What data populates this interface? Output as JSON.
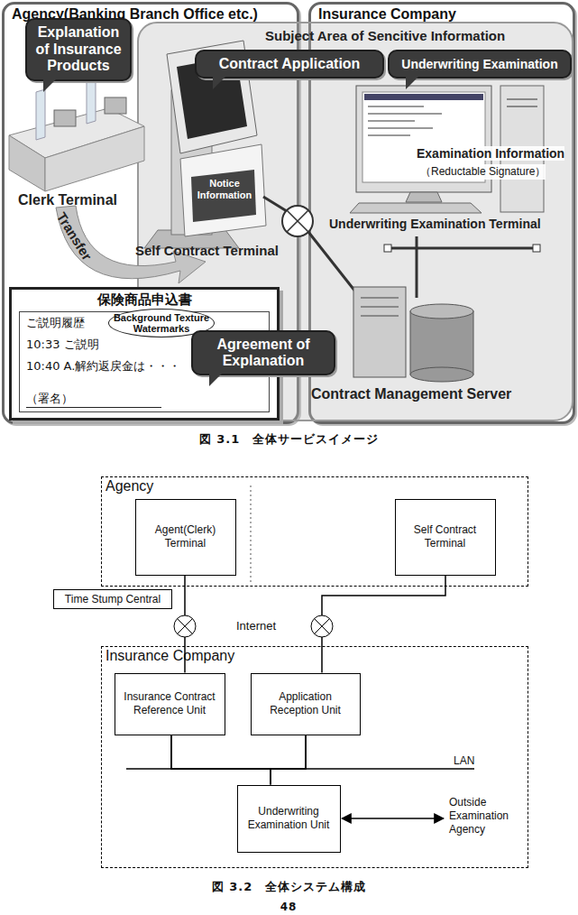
{
  "diagram": {
    "nodes": [
      {
        "text": [
          "Agency(Banking Branch Office etc.)"
        ]
      },
      {
        "text": [
          "Explanation of Insurance Products"
        ],
        "in": 0
      },
      {
        "text": [
          "保険商品申込書",
          "ご説明履歴",
          "10:33 ご説明",
          "10:40 A.解約返戻金は・・・",
          "（署名）"
        ],
        "in": 0
      },
      {
        "text": [
          "Background Texture Watermarks"
        ],
        "in": 2
      },
      {
        "text": [
          "Insurance Company"
        ]
      },
      {
        "text": [
          "Subject Area of Sencitive Information"
        ]
      },
      {
        "text": [
          "Contract Application"
        ]
      },
      {
        "text": [
          "Underwriting Examination"
        ],
        "in": 4
      },
      {
        "text": [
          "Agreement of Explanation"
        ]
      },
      {
        "text": [
          "Agency"
        ]
      },
      {
        "text": [
          "Agent(Clerk) Terminal"
        ],
        "in": 9
      },
      {
        "text": [
          "Self Contract Terminal"
        ],
        "in": 9
      },
      {
        "text": [
          "Time Stump Central"
        ]
      },
      {
        "text": [
          "Insurance Company"
        ]
      },
      {
        "text": [
          "Insurance Contract Reference Unit"
        ],
        "in": 13
      },
      {
        "text": [
          "Application Reception Unit"
        ],
        "in": 13
      },
      {
        "text": [
          "Underwriting Examination Unit"
        ],
        "in": 13
      }
    ],
    "edges": [
      {
        "from": 10,
        "to": 14,
        "arrow": "none"
      },
      {
        "from": 11,
        "to": 15,
        "arrow": "none"
      },
      {
        "from": 14,
        "to": 16,
        "arrow": "none"
      },
      {
        "from": 15,
        "to": 16,
        "arrow": "none"
      },
      {
        "from": 14,
        "to": 15,
        "arrow": "none"
      }
    ],
    "labels": [
      "Clerk Terminal",
      "Notice Information",
      "Self Contract Terminal",
      "Transfer",
      "Examination Information",
      "（Reductable Signature）",
      "Underwriting Examination Terminal",
      "Contract Management Server",
      "図 3.1　全体サービスイメージ",
      "Internet",
      "LAN",
      "Outside Examination Agency",
      "図 3.2　全体システム構成",
      "48"
    ]
  }
}
